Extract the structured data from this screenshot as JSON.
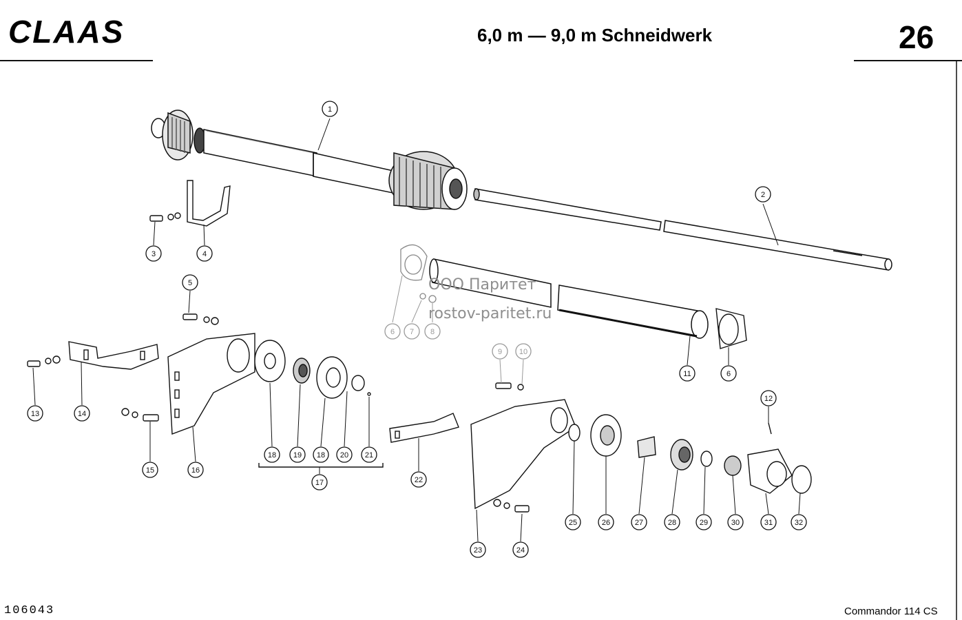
{
  "header": {
    "logo": "CLAAS",
    "title": "6,0 m — 9,0 m Schneidwerk",
    "page_number": "26"
  },
  "watermark": {
    "line1": "ООО Паритет",
    "line2": "rostov-paritet.ru"
  },
  "callouts": [
    {
      "label": "1",
      "faded": false
    },
    {
      "label": "2",
      "faded": false
    },
    {
      "label": "3",
      "faded": false
    },
    {
      "label": "4",
      "faded": false
    },
    {
      "label": "5",
      "faded": false
    },
    {
      "label": "6",
      "faded": true
    },
    {
      "label": "7",
      "faded": true
    },
    {
      "label": "8",
      "faded": true
    },
    {
      "label": "11",
      "faded": false
    },
    {
      "label": "6",
      "faded": false
    },
    {
      "label": "9",
      "faded": true
    },
    {
      "label": "10",
      "faded": true
    },
    {
      "label": "12",
      "faded": false
    },
    {
      "label": "13",
      "faded": false
    },
    {
      "label": "14",
      "faded": false
    },
    {
      "label": "15",
      "faded": false
    },
    {
      "label": "16",
      "faded": false
    },
    {
      "label": "18",
      "faded": false
    },
    {
      "label": "19",
      "faded": false
    },
    {
      "label": "18",
      "faded": false
    },
    {
      "label": "20",
      "faded": false
    },
    {
      "label": "21",
      "faded": false
    },
    {
      "label": "17",
      "faded": false
    },
    {
      "label": "22",
      "faded": false
    },
    {
      "label": "23",
      "faded": false
    },
    {
      "label": "24",
      "faded": false
    },
    {
      "label": "25",
      "faded": false
    },
    {
      "label": "26",
      "faded": false
    },
    {
      "label": "27",
      "faded": false
    },
    {
      "label": "28",
      "faded": false
    },
    {
      "label": "29",
      "faded": false
    },
    {
      "label": "30",
      "faded": false
    },
    {
      "label": "31",
      "faded": false
    },
    {
      "label": "32",
      "faded": false
    }
  ],
  "footer": {
    "drawing_number": "106043",
    "model": "Commandor 114 CS"
  }
}
